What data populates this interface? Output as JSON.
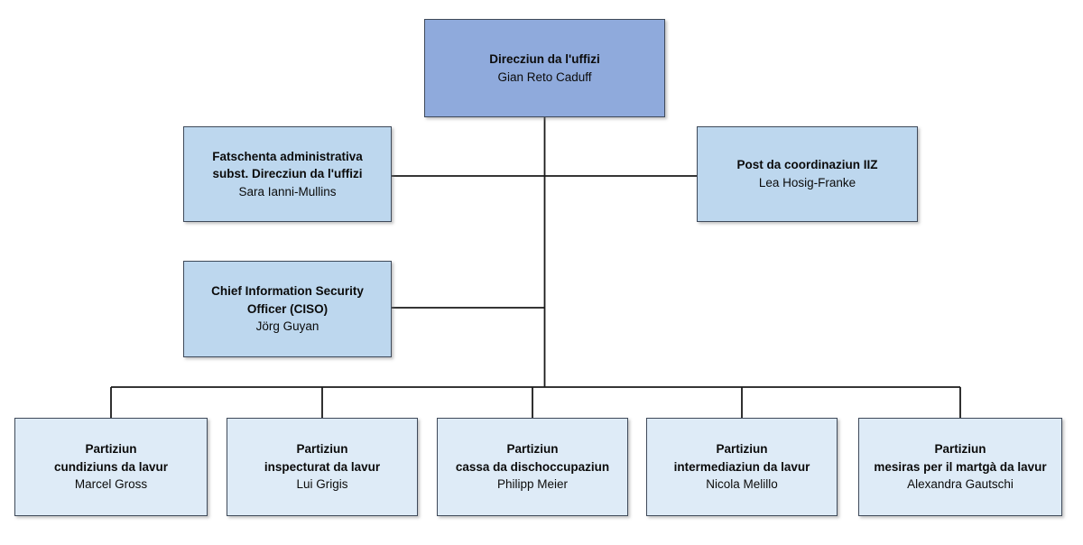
{
  "diagram_type": "org-chart",
  "colors": {
    "level1_fill": "#8faadc",
    "level2_fill": "#bdd7ee",
    "level3_fill": "#deebf7",
    "box_border": "#3f4a5a",
    "connector_line": "#1a1a1a",
    "text": "#0b0b0b",
    "background": "#ffffff"
  },
  "nodes": {
    "root": {
      "title": "Direcziun da l'uffizi",
      "name": "Gian Reto Caduff"
    },
    "admin": {
      "title": "Fatschenta administrativa\nsubst. Direcziun da l'uffizi",
      "name": "Sara Ianni-Mullins"
    },
    "iiz": {
      "title": "Post da coordinaziun IIZ",
      "name": "Lea Hosig-Franke"
    },
    "ciso": {
      "title": "Chief Information Security\nOfficer (CISO)",
      "name": "Jörg Guyan"
    },
    "p1": {
      "title": "Partiziun\ncundiziuns da lavur",
      "name": "Marcel Gross"
    },
    "p2": {
      "title": "Partiziun\ninspecturat da lavur",
      "name": "Lui Grigis"
    },
    "p3": {
      "title": "Partiziun\ncassa da dischoccupaziun",
      "name": "Philipp Meier"
    },
    "p4": {
      "title": "Partiziun\nintermediaziun da lavur",
      "name": "Nicola Melillo"
    },
    "p5": {
      "title": "Partiziun\nmesiras per il martgà da lavur",
      "name": "Alexandra Gautschi"
    }
  }
}
